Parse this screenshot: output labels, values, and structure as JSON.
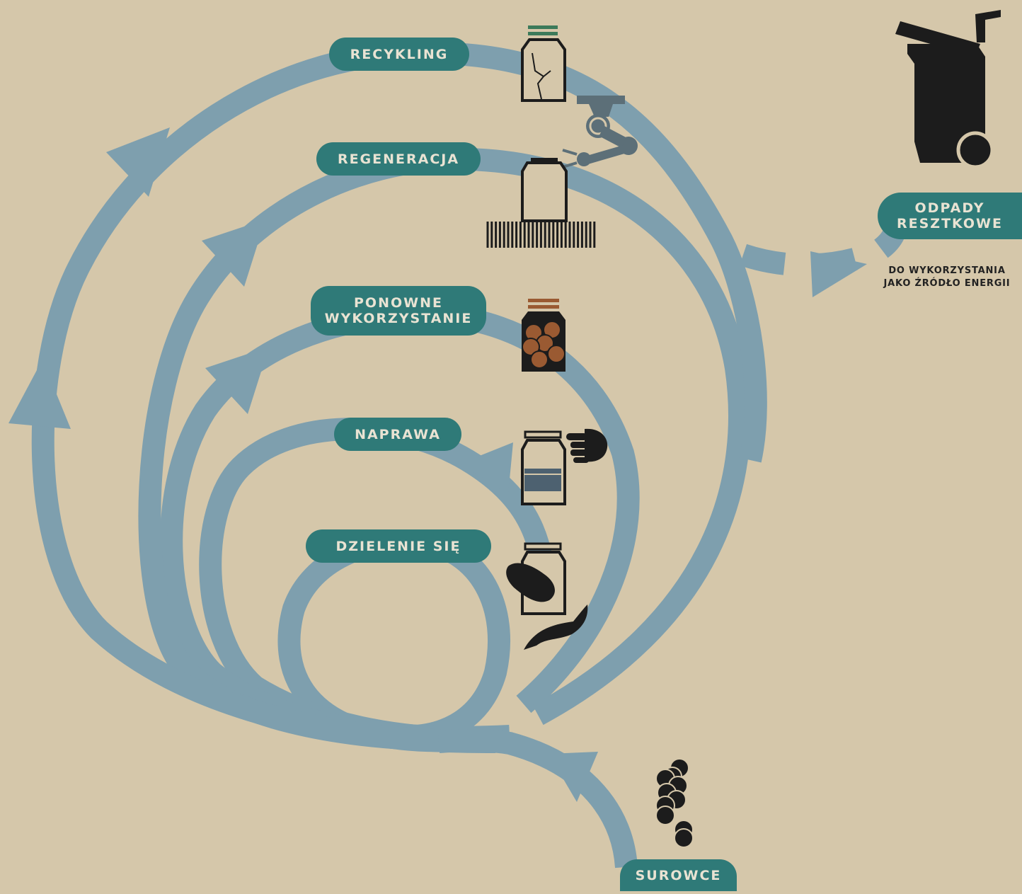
{
  "stages": {
    "recykling": "RECYKLING",
    "regeneracja": "REGENERACJA",
    "ponowne": "PONOWNE\nWYKORZYSTANIE",
    "naprawa": "NAPRAWA",
    "dzielenie": "DZIELENIE SIĘ",
    "surowce": "SUROWCE",
    "odpady": "ODPADY\nRESZTKOWE"
  },
  "energy_note": "DO WYKORZYSTANIA\nJAKO ŹRÓDŁO ENERGII",
  "colors": {
    "background": "#d5c7aa",
    "loop": "#7e9fae",
    "pill": "#2f7a78",
    "pill_text": "#e9e3d3",
    "icon": "#1c1c1c",
    "accent_green": "#3c7a5a",
    "accent_brown": "#9a5a32",
    "accent_grey": "#5c6f78"
  },
  "icons": [
    "cracked-jar-icon",
    "robot-arm-icon",
    "jar-on-barcode-icon",
    "cookie-jar-icon",
    "pointing-hand-icon",
    "jar-repair-icon",
    "giving-hands-icon",
    "raw-materials-icon",
    "waste-bin-icon"
  ]
}
